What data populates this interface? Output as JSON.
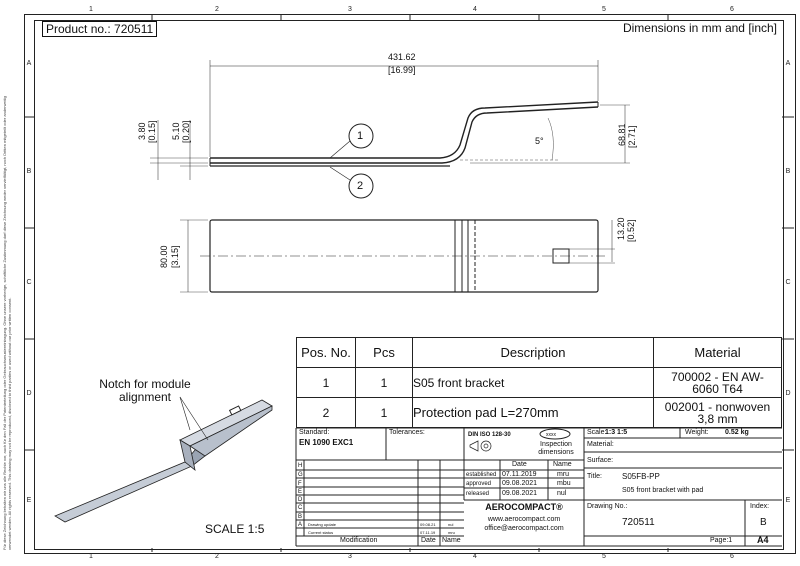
{
  "header": {
    "product_no": "Product no.: 720511",
    "units_note": "Dimensions in mm and [inch]"
  },
  "zones": {
    "columns": [
      "1",
      "2",
      "3",
      "4",
      "5",
      "6"
    ],
    "rows": [
      "A",
      "B",
      "C",
      "D",
      "E"
    ]
  },
  "side_note": "Für diese Zeichnung behalten wir uns alle Rechte vor, auch für den Fall der Patenterteilung oder Gebrauchsmustereintragung. Ohne unsere vorherige, schriftliche Zustimmung darf diese Zeichnung weder vervielfältigt, noch Dritten mitgeteilt oder anderweitig verwendet werden. All rights reserved. This drawing may not be reproduced, disclosed to third parties or used without our prior written consent.",
  "dimensions": {
    "length": "431.62",
    "length_in": "[16.99]",
    "t1": "3.80",
    "t1_in": "[0.15]",
    "t2": "5.10",
    "t2_in": "[0.20]",
    "height": "68.81",
    "height_in": "[2.71]",
    "angle": "5°",
    "width": "80.00",
    "width_in": "[3.15]",
    "slot": "13.20",
    "slot_in": "[0.52]"
  },
  "balloons": [
    "1",
    "2"
  ],
  "bom": {
    "headers": [
      "Pos. No.",
      "Pcs",
      "Description",
      "Material"
    ],
    "rows": [
      {
        "pos": "1",
        "pcs": "1",
        "desc": "S05 front bracket",
        "mat1": "700002 - EN AW-",
        "mat2": "6060 T64"
      },
      {
        "pos": "2",
        "pcs": "1",
        "desc": "Protection pad L=270mm",
        "mat1": "002001 - nonwoven",
        "mat2": "3,8 mm"
      }
    ]
  },
  "title_block": {
    "standard_label": "Standard:",
    "standard": "EN 1090 EXC1",
    "tolerances_label": "Tolerances:",
    "din": "DIN ISO 128-30",
    "inspection_badge": "xxxx",
    "inspection": "Inspection dimensions",
    "scale_label": "Scale:",
    "scale_val": "1:3   1:5",
    "weight_label": "Weight:",
    "weight": "0.52 kg",
    "material_label": "Material:",
    "surface_label": "Surface:",
    "title_label": "Title:",
    "title": "S05FB-PP",
    "subtitle": "S05 front bracket with pad",
    "date_label": "Date",
    "name_label": "Name",
    "established": "established",
    "established_date": "07.11.2019",
    "established_name": "mru",
    "approved": "approved",
    "approved_date": "09.08.2021",
    "approved_name": "mbu",
    "released": "released",
    "released_date": "09.08.2021",
    "released_name": "nul",
    "company": "AEROCOMPACT®",
    "web": "www.aerocompact.com",
    "email": "office@aerocompact.com",
    "drawing_no_label": "Drawing No.:",
    "drawing_no": "720511",
    "index_label": "Index:",
    "index": "B",
    "page": "Page:1",
    "format": "A4",
    "revisions": [
      "H",
      "G",
      "F",
      "E",
      "D",
      "C",
      "B",
      "A"
    ],
    "rev_b_text": "Drawing update",
    "rev_b_date": "09.08.21",
    "rev_b_name": "nul",
    "rev_a_text": "Current status",
    "rev_a_date": "07.11.19",
    "rev_a_name": "mru",
    "modification": "Modification",
    "rev_date": "Date",
    "rev_name": "Name"
  },
  "notch_note": "Notch for module alignment",
  "iso_scale": "SCALE 1:5"
}
